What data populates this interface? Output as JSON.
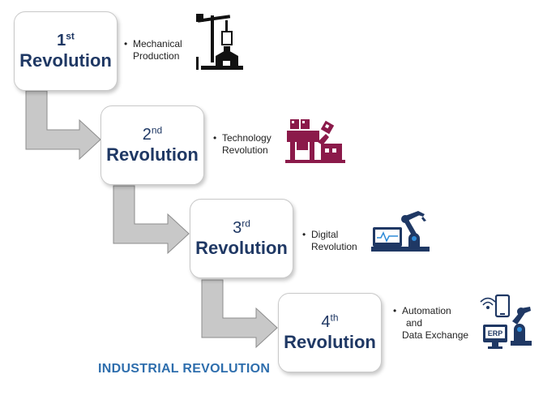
{
  "title": "INDUSTRIAL REVOLUTION",
  "revolutions": [
    {
      "number": "1",
      "suffix": "st",
      "word": "Revolution",
      "desc": [
        "Mechanical",
        "Production"
      ],
      "icon": "oil-pump-icon"
    },
    {
      "number": "2",
      "suffix": "nd",
      "word": "Revolution",
      "desc": [
        "Technology",
        "Revolution"
      ],
      "icon": "factory-machine-icon"
    },
    {
      "number": "3",
      "suffix": "rd",
      "word": "Revolution",
      "desc": [
        "Digital",
        "Revolution"
      ],
      "icon": "robot-arm-computer-icon"
    },
    {
      "number": "4",
      "suffix": "th",
      "word": "Revolution",
      "desc": [
        "Automation",
        "and",
        "Data Exchange"
      ],
      "icon": "erp-robot-icon"
    }
  ],
  "bullet": "•",
  "icon_labels": {
    "erp": "ERP"
  },
  "colors": {
    "box_text": "#1f3864",
    "arrow_fill": "#c8c8c8",
    "arrow_stroke": "#8c8c8c",
    "caption": "#2e6ead",
    "icon1": "#111111",
    "icon2": "#8b1a4a",
    "icon3": "#1f3864",
    "icon4": "#1f3864"
  }
}
